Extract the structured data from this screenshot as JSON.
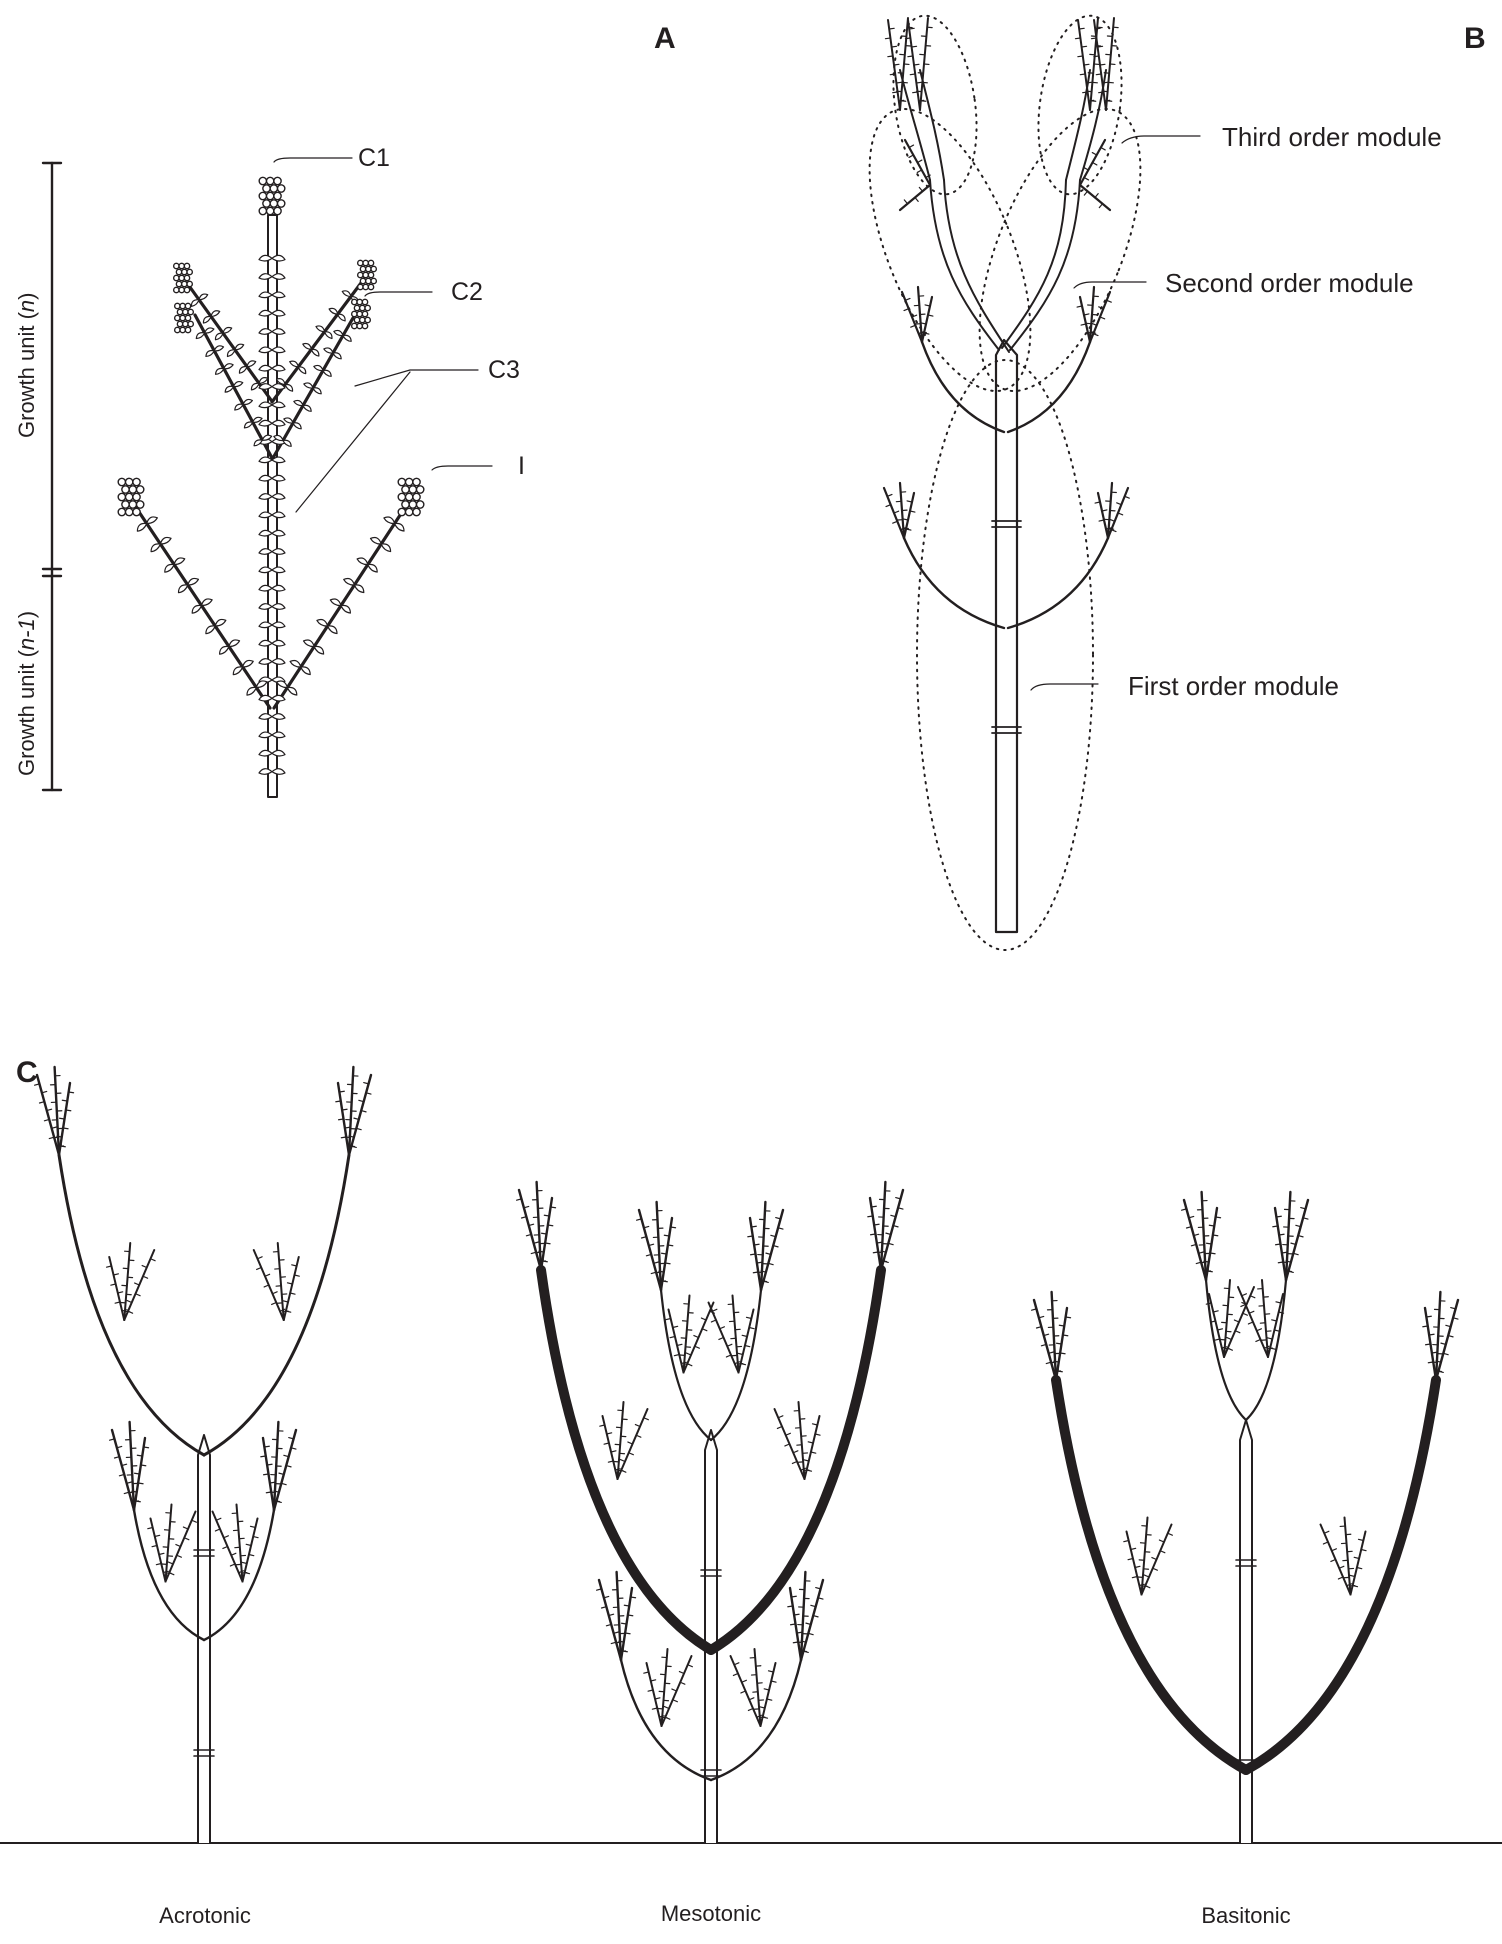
{
  "panels": {
    "a": "A",
    "b": "B",
    "c": "C"
  },
  "panel_a": {
    "growth_unit_n": {
      "prefix": "Growth unit (",
      "var": "n",
      "suffix": ")"
    },
    "growth_unit_n1": {
      "prefix": "Growth unit (",
      "var": "n-1",
      "suffix": ")"
    },
    "labels": {
      "c1": "C1",
      "c2": "C2",
      "c3": "C3",
      "i": "I"
    }
  },
  "panel_b": {
    "third": "Third order module",
    "second": "Second order module",
    "first": "First order module"
  },
  "panel_c": {
    "acrotonic": "Acrotonic",
    "mesotonic": "Mesotonic",
    "basitonic": "Basitonic"
  }
}
